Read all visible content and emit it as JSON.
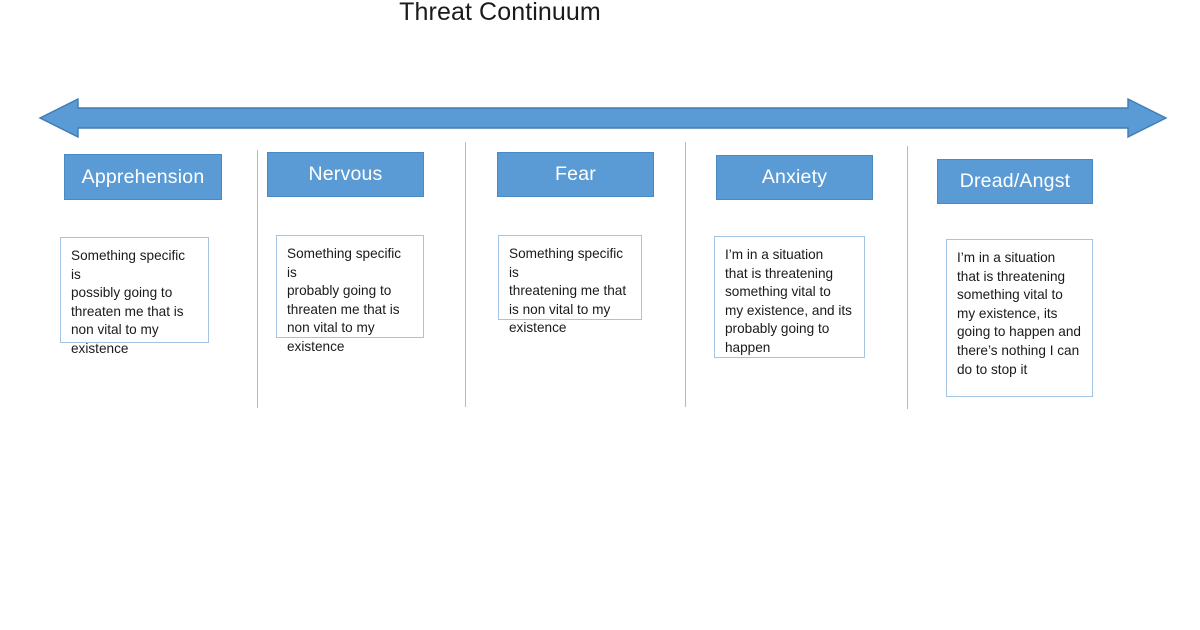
{
  "title": "Threat Continuum",
  "colors": {
    "accent_blue": "#5b9bd5",
    "accent_blue_dark": "#4a8ac4",
    "divider_blue": "#9cc0e0",
    "box_border_blue": "#a3c5e3",
    "header_text": "#ffffff",
    "body_text": "#1a1a1a",
    "background": "#ffffff"
  },
  "arrow": {
    "name": "double-headed-continuum-arrow",
    "direction": "both"
  },
  "columns": [
    {
      "id": "apprehension",
      "label": "Apprehension",
      "description": "Something specific is\npossibly going to\nthreaten me that is\nnon vital to my\nexistence"
    },
    {
      "id": "nervous",
      "label": "Nervous",
      "description": "Something specific is\nprobably going to\nthreaten me that is\nnon vital to my\nexistence"
    },
    {
      "id": "fear",
      "label": "Fear",
      "description": "Something specific is\nthreatening me that\nis non vital to my\nexistence"
    },
    {
      "id": "anxiety",
      "label": "Anxiety",
      "description": "I’m in a situation\nthat is threatening\nsomething vital to\nmy existence, and its\nprobably going to\nhappen"
    },
    {
      "id": "dread-angst",
      "label": "Dread/Angst",
      "description": "I’m in a situation\nthat is threatening\nsomething vital to\nmy existence, its\ngoing to happen and\nthere’s nothing I can\ndo to stop it"
    }
  ]
}
